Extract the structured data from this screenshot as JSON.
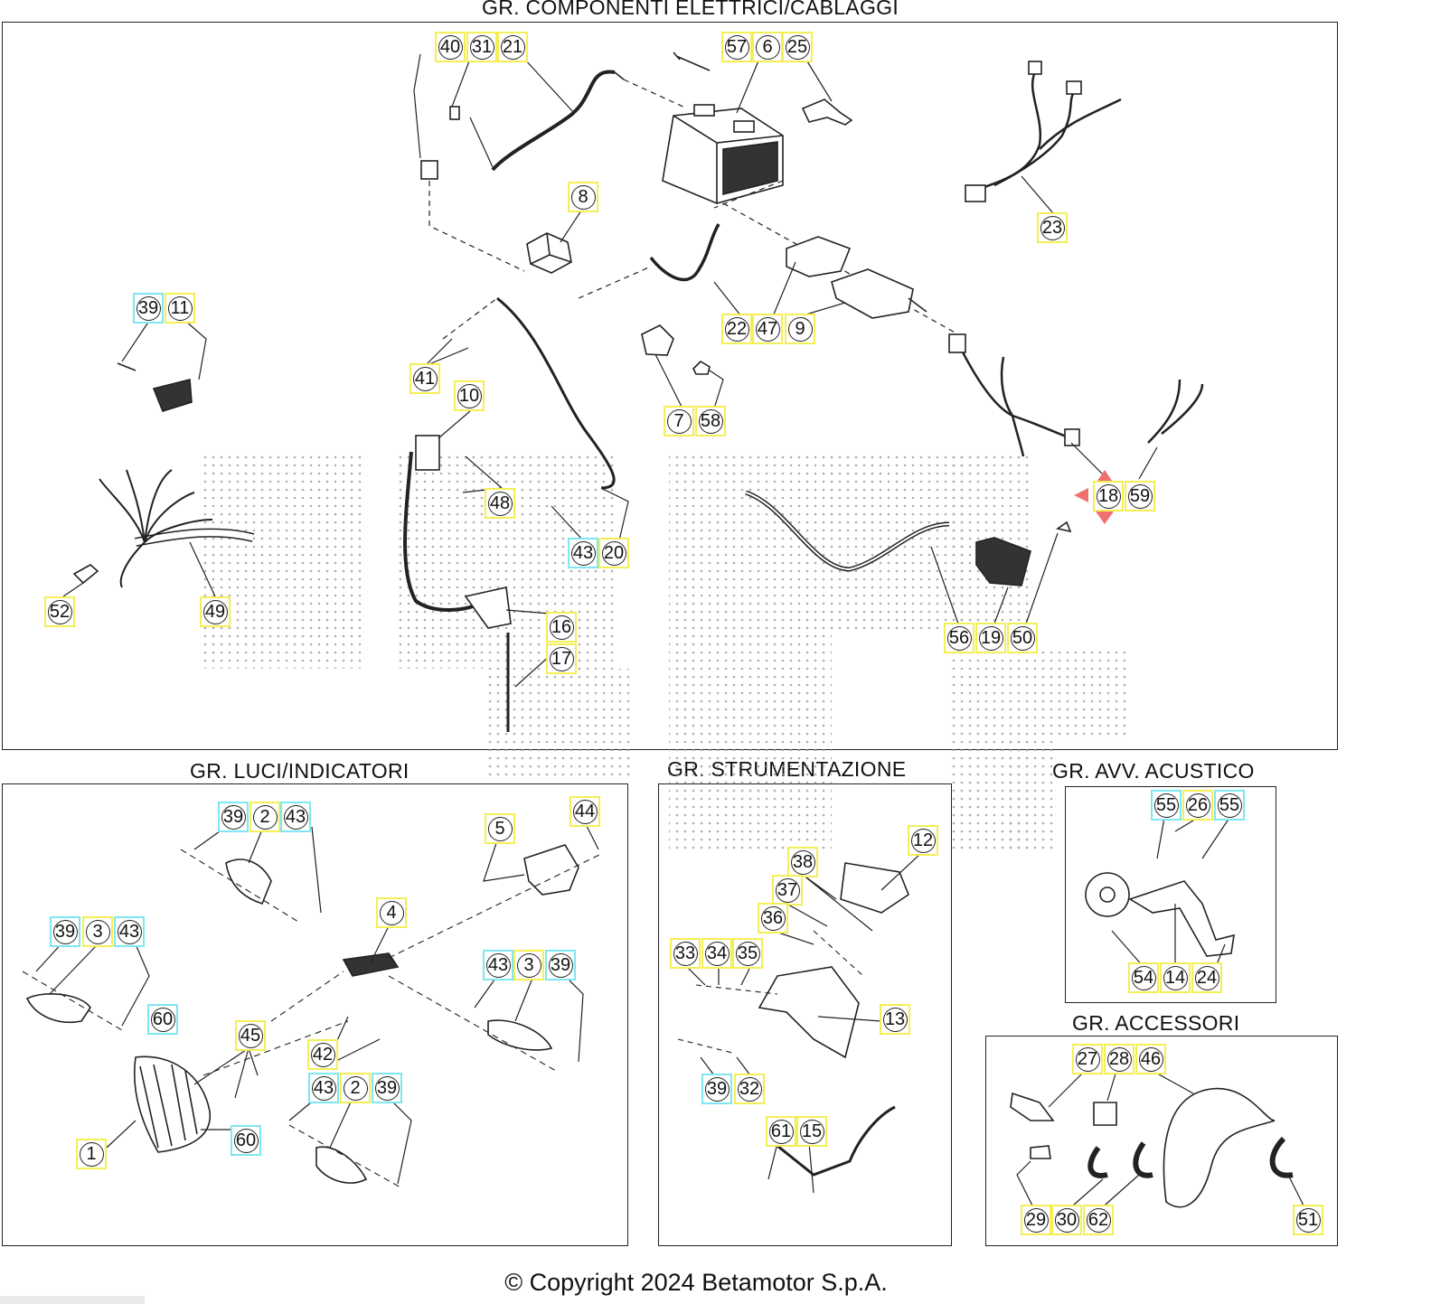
{
  "sections": [
    {
      "id": "elettrici",
      "title": "GR. COMPONENTI ELETTRICI/CABLAGGI"
    },
    {
      "id": "luci",
      "title": "GR. LUCI/INDICATORI"
    },
    {
      "id": "strumentazione",
      "title": "GR. STRUMENTAZIONE"
    },
    {
      "id": "acustico",
      "title": "GR. AVV. ACUSTICO"
    },
    {
      "id": "accessori",
      "title": "GR. ACCESSORI"
    }
  ],
  "callouts": [
    {
      "n": "40",
      "style": "yellow"
    },
    {
      "n": "31",
      "style": "yellow"
    },
    {
      "n": "21",
      "style": "yellow"
    },
    {
      "n": "57",
      "style": "yellow"
    },
    {
      "n": "6",
      "style": "yellow"
    },
    {
      "n": "25",
      "style": "yellow"
    },
    {
      "n": "23",
      "style": "yellow"
    },
    {
      "n": "8",
      "style": "yellow"
    },
    {
      "n": "39",
      "style": "cyan"
    },
    {
      "n": "11",
      "style": "yellow"
    },
    {
      "n": "22",
      "style": "yellow"
    },
    {
      "n": "47",
      "style": "yellow"
    },
    {
      "n": "9",
      "style": "yellow"
    },
    {
      "n": "41",
      "style": "yellow"
    },
    {
      "n": "10",
      "style": "yellow"
    },
    {
      "n": "7",
      "style": "yellow"
    },
    {
      "n": "58",
      "style": "yellow"
    },
    {
      "n": "48",
      "style": "yellow"
    },
    {
      "n": "18",
      "style": "yellow"
    },
    {
      "n": "59",
      "style": "yellow"
    },
    {
      "n": "43",
      "style": "cyan"
    },
    {
      "n": "20",
      "style": "yellow"
    },
    {
      "n": "52",
      "style": "yellow"
    },
    {
      "n": "49",
      "style": "yellow"
    },
    {
      "n": "16",
      "style": "yellow"
    },
    {
      "n": "17",
      "style": "yellow"
    },
    {
      "n": "56",
      "style": "yellow"
    },
    {
      "n": "19",
      "style": "yellow"
    },
    {
      "n": "50",
      "style": "yellow"
    },
    {
      "n": "39",
      "style": "cyan"
    },
    {
      "n": "2",
      "style": "yellow"
    },
    {
      "n": "43",
      "style": "cyan"
    },
    {
      "n": "5",
      "style": "yellow"
    },
    {
      "n": "44",
      "style": "yellow"
    },
    {
      "n": "39",
      "style": "cyan"
    },
    {
      "n": "3",
      "style": "yellow"
    },
    {
      "n": "43",
      "style": "cyan"
    },
    {
      "n": "4",
      "style": "yellow"
    },
    {
      "n": "43",
      "style": "cyan"
    },
    {
      "n": "3",
      "style": "yellow"
    },
    {
      "n": "39",
      "style": "cyan"
    },
    {
      "n": "60",
      "style": "cyan"
    },
    {
      "n": "45",
      "style": "yellow"
    },
    {
      "n": "42",
      "style": "yellow"
    },
    {
      "n": "43",
      "style": "cyan"
    },
    {
      "n": "2",
      "style": "yellow"
    },
    {
      "n": "39",
      "style": "cyan"
    },
    {
      "n": "1",
      "style": "yellow"
    },
    {
      "n": "60",
      "style": "cyan"
    },
    {
      "n": "12",
      "style": "yellow"
    },
    {
      "n": "38",
      "style": "yellow"
    },
    {
      "n": "37",
      "style": "yellow"
    },
    {
      "n": "36",
      "style": "yellow"
    },
    {
      "n": "33",
      "style": "yellow"
    },
    {
      "n": "34",
      "style": "yellow"
    },
    {
      "n": "35",
      "style": "yellow"
    },
    {
      "n": "13",
      "style": "yellow"
    },
    {
      "n": "39",
      "style": "cyan"
    },
    {
      "n": "32",
      "style": "yellow"
    },
    {
      "n": "61",
      "style": "yellow"
    },
    {
      "n": "15",
      "style": "yellow"
    },
    {
      "n": "55",
      "style": "cyan"
    },
    {
      "n": "26",
      "style": "yellow"
    },
    {
      "n": "55",
      "style": "cyan"
    },
    {
      "n": "54",
      "style": "yellow"
    },
    {
      "n": "14",
      "style": "yellow"
    },
    {
      "n": "24",
      "style": "yellow"
    },
    {
      "n": "27",
      "style": "yellow"
    },
    {
      "n": "28",
      "style": "yellow"
    },
    {
      "n": "46",
      "style": "yellow"
    },
    {
      "n": "29",
      "style": "yellow"
    },
    {
      "n": "30",
      "style": "yellow"
    },
    {
      "n": "62",
      "style": "yellow"
    },
    {
      "n": "51",
      "style": "yellow"
    }
  ],
  "colors": {
    "yellow_box": "#f3ef55",
    "cyan_box": "#7fe6f2",
    "line": "#222222",
    "watermark": "#9a9a9a",
    "marker": "#f07070"
  },
  "footer": {
    "copyright": "© Copyright 2024 Betamotor S.p.A."
  }
}
